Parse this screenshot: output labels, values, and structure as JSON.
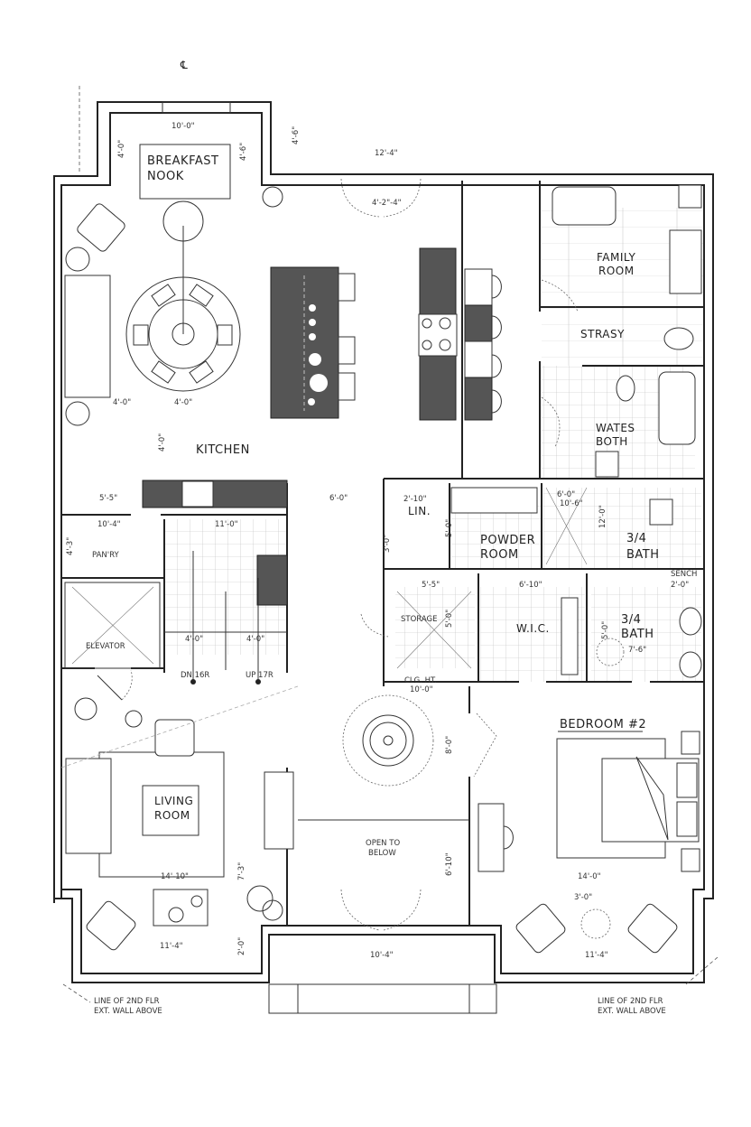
{
  "plan": {
    "centerline_mark": "℄",
    "rooms": {
      "breakfast_nook_line1": "BREAKFAST",
      "breakfast_nook_line2": "NOOK",
      "kitchen": "KITCHEN",
      "family_room_line1": "FAMILY",
      "family_room_line2": "ROOM",
      "strasy": "STRASY",
      "wates_both_line1": "WATES",
      "wates_both_line2": "BOTH",
      "linen": "LIN.",
      "powder_room_line1": "POWDER",
      "powder_room_line2": "ROOM",
      "bath_upper_line1": "3/4",
      "bath_upper_line2": "BATH",
      "bench_line1": "SENCH",
      "bench_line2": "2'-0\"",
      "bath_lower_line1": "3/4",
      "bath_lower_line2": "BATH",
      "storage": "STORAGE",
      "wic": "W.I.C.",
      "pantry": "PAN'RY",
      "elevator": "ELEVATOR",
      "stairs_down": "DN 16R",
      "stairs_up": "UP 17R",
      "ceiling_line1": "CLG. HT.",
      "ceiling_line2": "10'-0\"",
      "bedroom2": "BEDROOM #2",
      "living_room_line1": "LIVING",
      "living_room_line2": "ROOM",
      "open_below_line1": "OPEN TO",
      "open_below_line2": "BELOW"
    },
    "notes": {
      "left_line1": "LINE OF 2ND FLR",
      "left_line2": "EXT. WALL ABOVE",
      "right_line1": "LINE OF 2ND FLR",
      "right_line2": "EXT. WALL ABOVE"
    },
    "dimensions": {
      "nook_width": "10'-0\"",
      "nook_left": "4'-0\"",
      "nook_right": "4'-6\"",
      "nook_outer": "4'-6\"",
      "entry_width": "12'-4\"",
      "entry_doors": "4'-2\"-4\"",
      "dining_left": "4'-0\"",
      "dining_right": "4'-0\"",
      "kitchen_vert": "4'-0\"",
      "pantry_width": "5'-5\"",
      "hall_width": "6'-0\"",
      "pantry_door": "10'-4\"",
      "pantry_vert": "4'-3\"",
      "stair_width": "11'-0\"",
      "stair_left": "4'-0\"",
      "stair_right": "4'-0\"",
      "linen_width": "2'-10\"",
      "linen_vert": "3'-0\"",
      "powder_vert": "5'-0\"",
      "bath_upper_a": "6'-0\"",
      "bath_upper_b": "10'-6\"",
      "bath_upper_vert": "12'-0\"",
      "storage_width": "5'-5\"",
      "storage_vert": "5'-0\"",
      "wic_width": "6'-10\"",
      "bath_lower_vert": "5'-0\"",
      "bath_lower_width": "7'-6\"",
      "hall_vert": "8'-0\"",
      "open_vert": "6'-10\"",
      "living_width": "14'-10\"",
      "living_vert": "7'-3\"",
      "living_bay": "11'-4\"",
      "living_bay_vert": "2'-0\"",
      "porch_width": "10'-4\"",
      "bedroom_width": "14'-0\"",
      "bedroom_bay_depth": "3'-0\"",
      "bedroom_bay": "11'-4\""
    }
  }
}
